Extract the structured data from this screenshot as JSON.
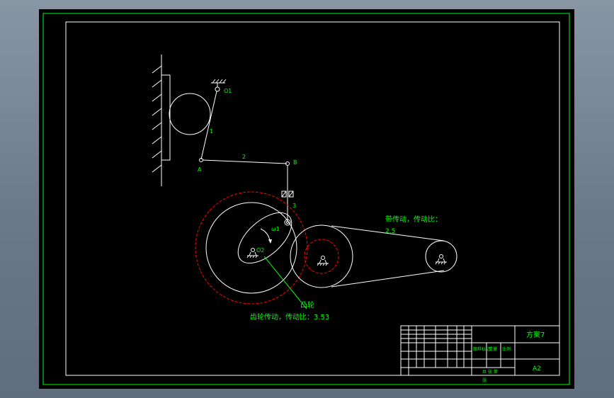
{
  "colors": {
    "frame": "#00ff00",
    "line": "#ffffff",
    "gear_pitch": "#ff0000",
    "label": "#00ff00"
  },
  "mechanism": {
    "point_o1": "O1",
    "point_a": "A",
    "point_b": "B",
    "point_o2": "O2",
    "link_1": "1",
    "link_2": "2",
    "link_3": "3",
    "omega": "ω1",
    "cam_label": "凸轮",
    "gear_note": "齿轮传动，传动比：3.53",
    "belt_note": "带传动，传动比：",
    "belt_ratio": "2.5"
  },
  "title_block": {
    "scheme": "方案7",
    "size": "A2",
    "scale_label": "图样标记",
    "weight_label": "重量",
    "ratio_label": "比例",
    "sheet_label": "共   张  第",
    "sheet_suffix": "张"
  }
}
